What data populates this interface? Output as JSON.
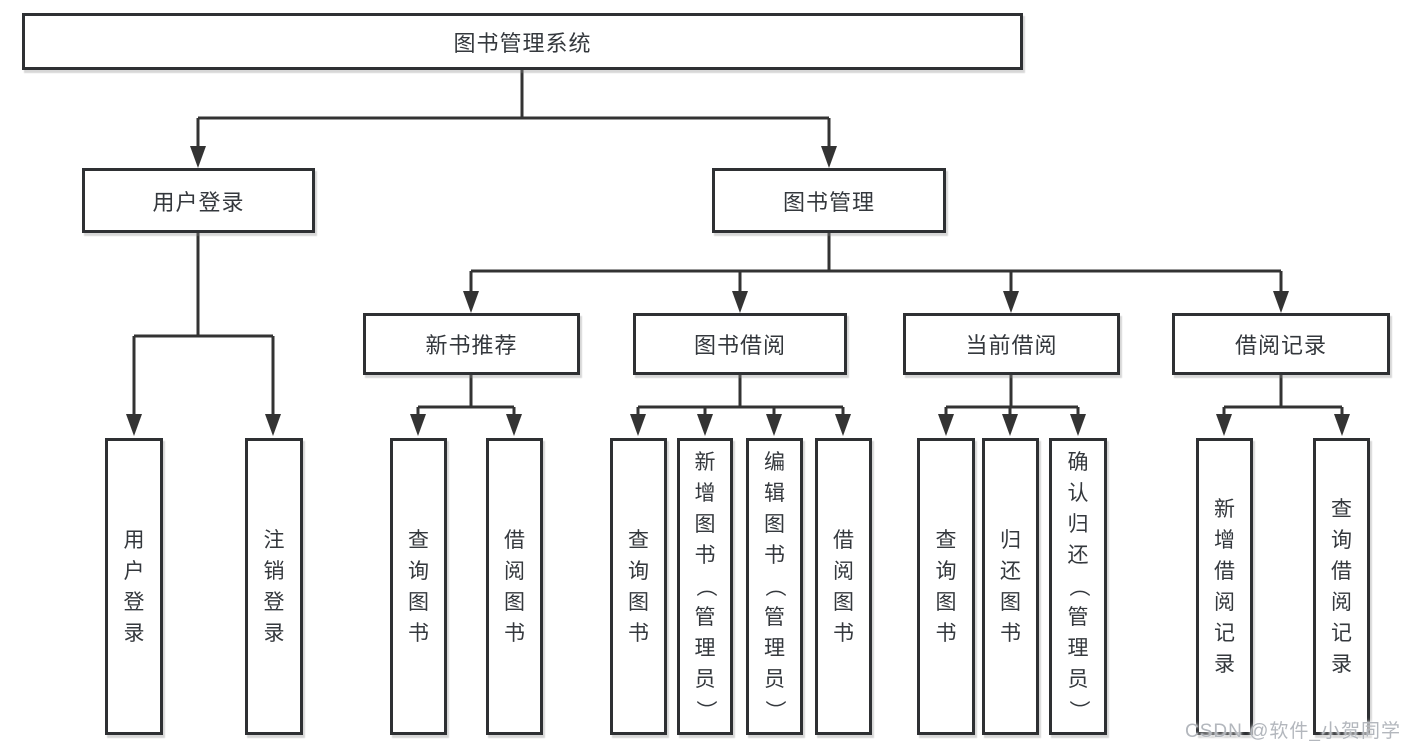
{
  "diagram": {
    "root": {
      "label": "图书管理系统"
    },
    "user_login": {
      "label": "用户登录",
      "children": [
        {
          "label": "用户登录"
        },
        {
          "label": "注销登录"
        }
      ]
    },
    "book_mgmt": {
      "label": "图书管理"
    },
    "new_book_rec": {
      "label": "新书推荐",
      "children": [
        {
          "label": "查询图书"
        },
        {
          "label": "借阅图书"
        }
      ]
    },
    "book_borrow": {
      "label": "图书借阅",
      "children": [
        {
          "label": "查询图书"
        },
        {
          "label": "新增图书（管理员）"
        },
        {
          "label": "编辑图书（管理员）"
        },
        {
          "label": "借阅图书"
        }
      ]
    },
    "current_borrow": {
      "label": "当前借阅",
      "children": [
        {
          "label": "查询图书"
        },
        {
          "label": "归还图书"
        },
        {
          "label": "确认归还（管理员）"
        }
      ]
    },
    "borrow_records": {
      "label": "借阅记录",
      "children": [
        {
          "label": "新增借阅记录"
        },
        {
          "label": "查询借阅记录"
        }
      ]
    }
  },
  "watermark": "CSDN @软件_小贺同学",
  "colors": {
    "line": "#333333",
    "box_border": "#2e3033",
    "text": "#34383d",
    "watermark": "#b3b7bd",
    "background": "#ffffff"
  }
}
